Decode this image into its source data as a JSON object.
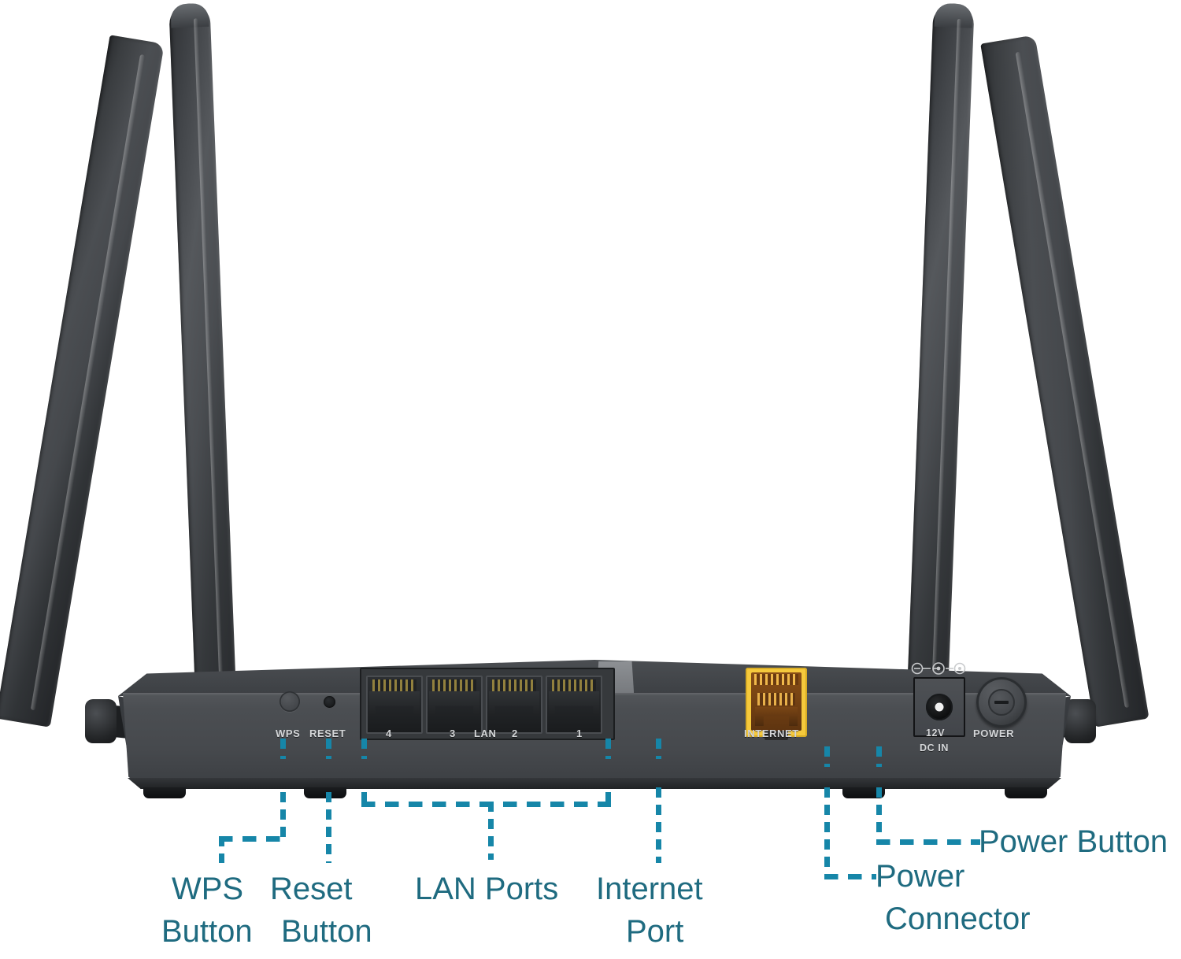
{
  "product": {
    "type": "wireless-router",
    "view": "rear panel annotated diagram",
    "background_color": "#ffffff",
    "chassis_color": "#46494d",
    "accent_color": "#1686a8",
    "callout_text_color": "#1f6b80",
    "antenna_count": 4
  },
  "chassis_labels": {
    "wps": "WPS",
    "reset": "RESET",
    "lan_port_4": "4",
    "lan_port_3": "3",
    "lan_group": "LAN",
    "lan_port_2": "2",
    "lan_port_1": "1",
    "internet": "INTERNET",
    "dc_in_line1": "12V",
    "dc_in_line2": "DC IN",
    "power": "POWER"
  },
  "callouts": [
    {
      "id": "wps-button",
      "line1": "WPS",
      "line2": "Button"
    },
    {
      "id": "reset-button",
      "line1": "Reset",
      "line2": "Button"
    },
    {
      "id": "lan-ports",
      "line1": "LAN Ports",
      "line2": ""
    },
    {
      "id": "internet-port",
      "line1": "Internet",
      "line2": "Port"
    },
    {
      "id": "power-connector",
      "line1": "Power",
      "line2": "Connector"
    },
    {
      "id": "power-button",
      "line1": "Power Button",
      "line2": ""
    }
  ],
  "icons": {
    "dc_polarity": "dc-polarity-icon",
    "power_symbol": "power-symbol-icon"
  }
}
